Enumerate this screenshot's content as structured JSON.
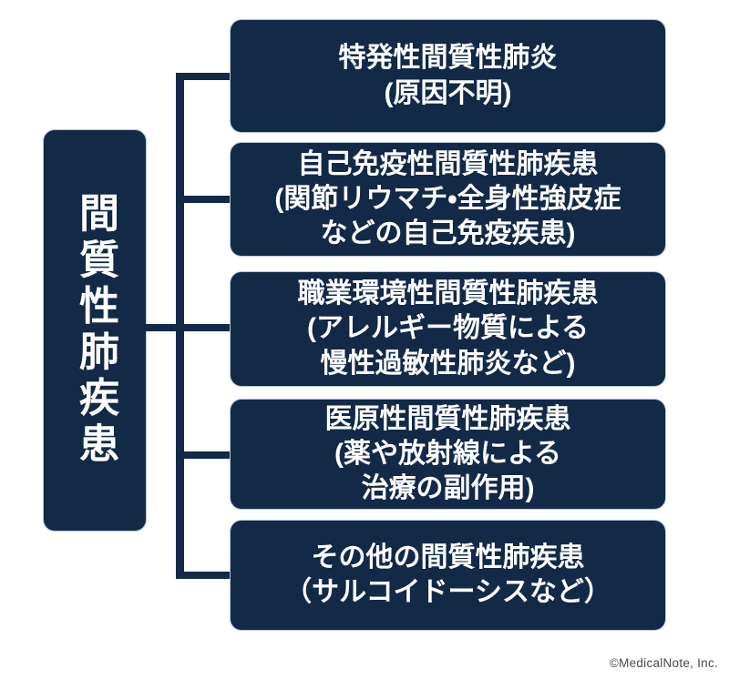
{
  "root": {
    "label": "間質性肺疾患"
  },
  "categories": [
    {
      "title": "特発性間質性肺炎",
      "note": "(原因不明)"
    },
    {
      "title": "自己免疫性間質性肺疾患",
      "note": "(関節リウマチ・全身性強皮症\nなどの自己免疫疾患)"
    },
    {
      "title": "職業環境性間質性肺疾患",
      "note": "(アレルギー物質による\n慢性過敏性肺炎など)"
    },
    {
      "title": "医原性間質性肺疾患",
      "note": "(薬や放射線による\n治療の副作用)"
    },
    {
      "title": "その他の間質性肺疾患",
      "note": "（サルコイドーシスなど）"
    }
  ],
  "footer": {
    "copyright": "©MedicalNote, Inc."
  },
  "colors": {
    "navy": "#122947",
    "box-text": "#ffffff",
    "page-bg": "#ffffff",
    "copyright-gray": "#4b4b4b",
    "box-outline": "#b9c6d3"
  }
}
